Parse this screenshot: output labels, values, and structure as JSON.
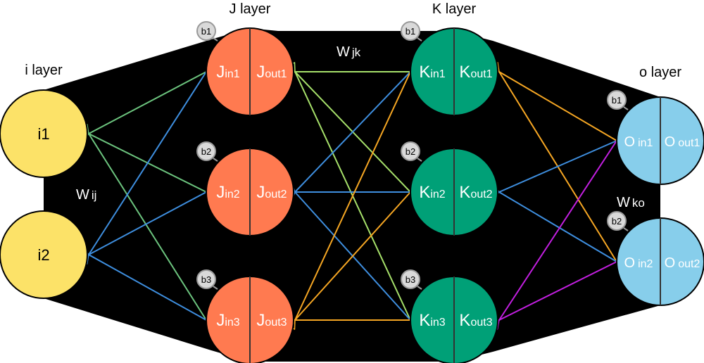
{
  "diagram": {
    "title": "Neural network backpropagation layer diagram",
    "colors": {
      "background_band": "#000000",
      "i_node": "#FCE268",
      "j_node": "#FF7A50",
      "k_node": "#00A077",
      "o_node": "#87CEEB",
      "bias_fill": "#D9D9D9",
      "edge_green": "#6CC47E",
      "edge_lightgreen": "#A6E06A",
      "edge_blue": "#3E8EDE",
      "edge_orange": "#F5A623",
      "edge_purple": "#C21FE0"
    },
    "layers": [
      {
        "id": "i",
        "title": "i layer",
        "nodes": [
          {
            "id": "i1",
            "label": "i1"
          },
          {
            "id": "i2",
            "label": "i2"
          }
        ]
      },
      {
        "id": "J",
        "title": "J layer",
        "nodes": [
          {
            "id": "J1",
            "in_main": "J",
            "in_sub": "in1",
            "out_main": "J",
            "out_sub": "out1",
            "bias": "b1"
          },
          {
            "id": "J2",
            "in_main": "J",
            "in_sub": "in2",
            "out_main": "J",
            "out_sub": "out2",
            "bias": "b2"
          },
          {
            "id": "J3",
            "in_main": "J",
            "in_sub": "in3",
            "out_main": "J",
            "out_sub": "out3",
            "bias": "b3"
          }
        ]
      },
      {
        "id": "K",
        "title": "K layer",
        "nodes": [
          {
            "id": "K1",
            "in_main": "K",
            "in_sub": "in1",
            "out_main": "K",
            "out_sub": "out1",
            "bias": "b1"
          },
          {
            "id": "K2",
            "in_main": "K",
            "in_sub": "in2",
            "out_main": "K",
            "out_sub": "out2",
            "bias": "b2"
          },
          {
            "id": "K3",
            "in_main": "K",
            "in_sub": "in3",
            "out_main": "K",
            "out_sub": "out3",
            "bias": "b3"
          }
        ]
      },
      {
        "id": "o",
        "title": "o layer",
        "nodes": [
          {
            "id": "O1",
            "in_main": "O",
            "in_sub": "in1",
            "out_main": "O",
            "out_sub": "out1",
            "bias": "b1"
          },
          {
            "id": "O2",
            "in_main": "O",
            "in_sub": "in2",
            "out_main": "O",
            "out_sub": "out2",
            "bias": "b2"
          }
        ]
      }
    ],
    "weight_labels": [
      {
        "id": "wij",
        "main": "W",
        "sub": "ij"
      },
      {
        "id": "wjk",
        "main": "W",
        "sub": "jk"
      },
      {
        "id": "wko",
        "main": "W",
        "sub": "ko"
      }
    ],
    "edges": [
      {
        "from": "J1",
        "to": "i1",
        "color": "edge_green"
      },
      {
        "from": "J2",
        "to": "i1",
        "color": "edge_green"
      },
      {
        "from": "J3",
        "to": "i1",
        "color": "edge_green"
      },
      {
        "from": "J1",
        "to": "i2",
        "color": "edge_blue"
      },
      {
        "from": "J2",
        "to": "i2",
        "color": "edge_blue"
      },
      {
        "from": "J3",
        "to": "i2",
        "color": "edge_blue"
      },
      {
        "from": "K1",
        "to": "J1",
        "color": "edge_lightgreen"
      },
      {
        "from": "K2",
        "to": "J1",
        "color": "edge_lightgreen"
      },
      {
        "from": "K3",
        "to": "J1",
        "color": "edge_lightgreen"
      },
      {
        "from": "K1",
        "to": "J2",
        "color": "edge_blue"
      },
      {
        "from": "K2",
        "to": "J2",
        "color": "edge_blue"
      },
      {
        "from": "K3",
        "to": "J2",
        "color": "edge_blue"
      },
      {
        "from": "K1",
        "to": "J3",
        "color": "edge_orange"
      },
      {
        "from": "K2",
        "to": "J3",
        "color": "edge_orange"
      },
      {
        "from": "K3",
        "to": "J3",
        "color": "edge_orange"
      },
      {
        "from": "O1",
        "to": "K1",
        "color": "edge_orange"
      },
      {
        "from": "O2",
        "to": "K1",
        "color": "edge_orange"
      },
      {
        "from": "O1",
        "to": "K2",
        "color": "edge_blue"
      },
      {
        "from": "O2",
        "to": "K2",
        "color": "edge_blue"
      },
      {
        "from": "O1",
        "to": "K3",
        "color": "edge_purple"
      },
      {
        "from": "O2",
        "to": "K3",
        "color": "edge_purple"
      }
    ]
  }
}
